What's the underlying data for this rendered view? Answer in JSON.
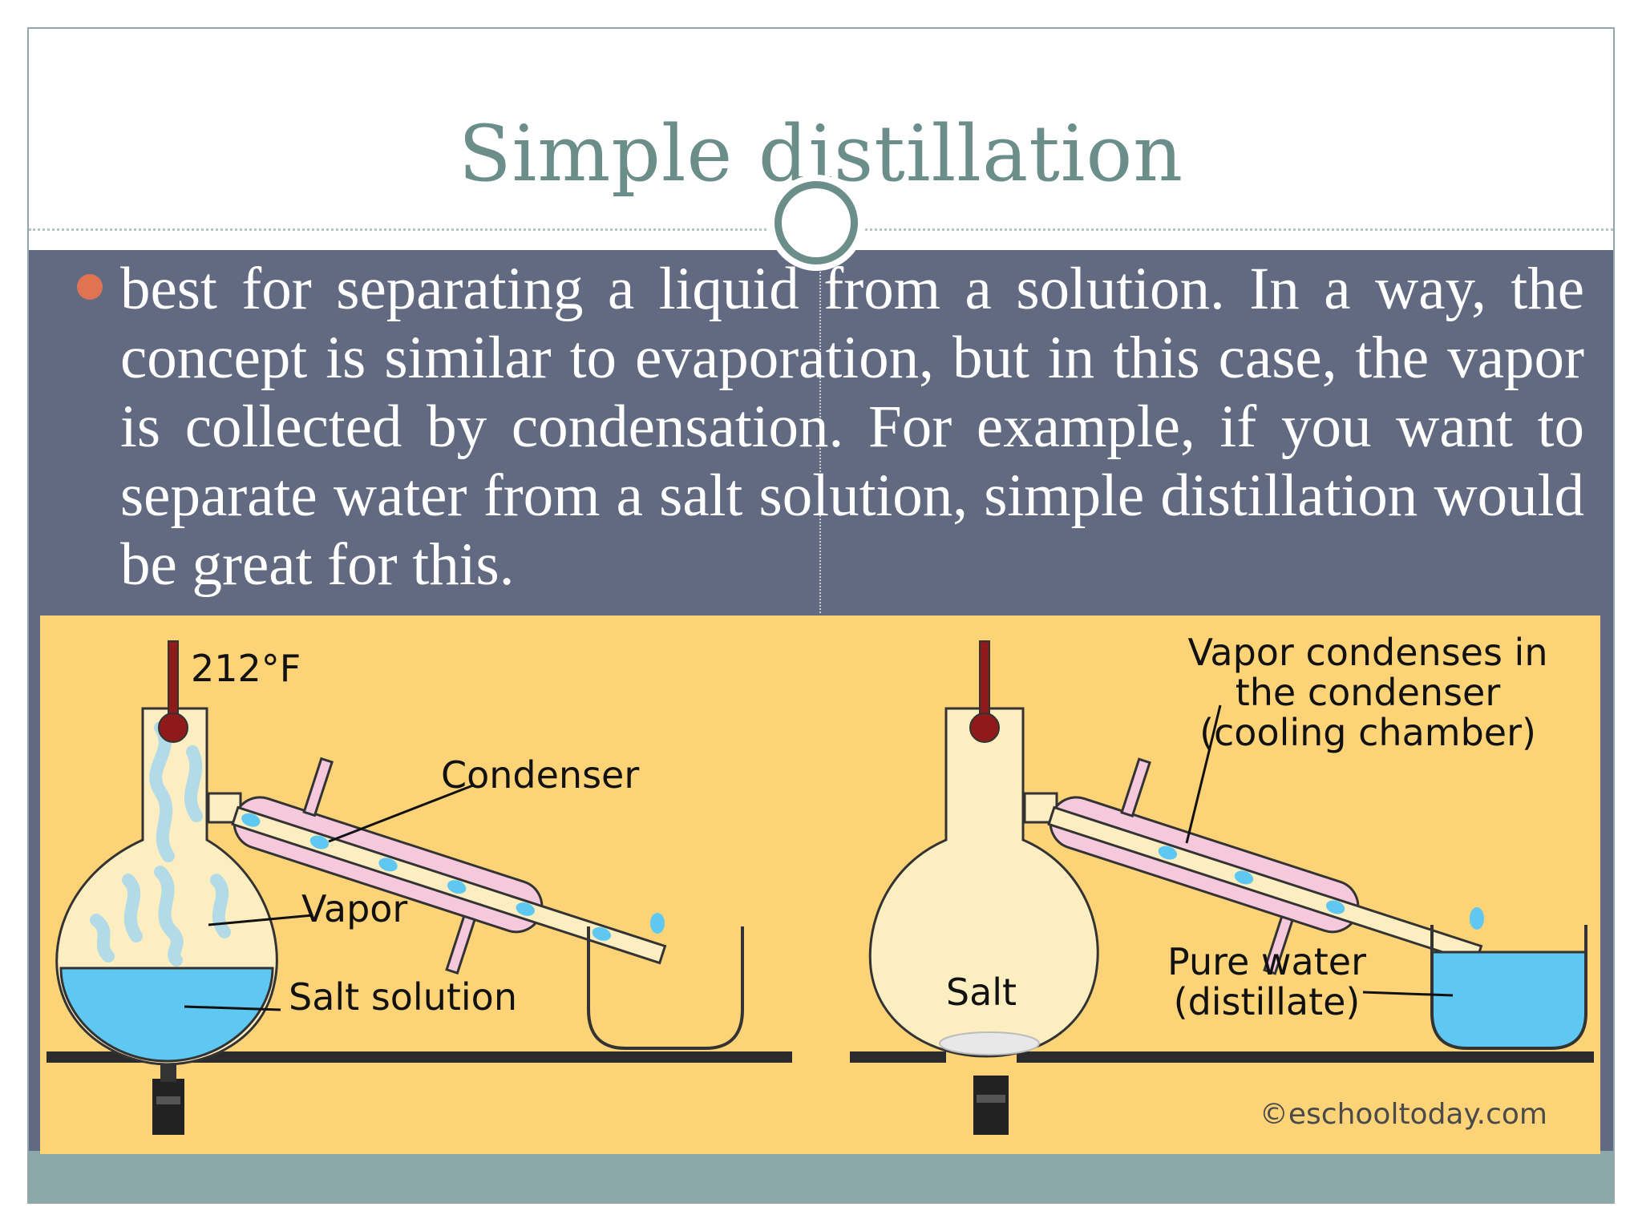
{
  "slide": {
    "title": "Simple distillation",
    "bullet": "best for separating a liquid from a solution. In a way, the concept is similar to evaporation, but in this case, the vapor is collected by condensation. For example, if you want to separate water from a salt solution, simple distillation would be great for this."
  },
  "diagram": {
    "left": {
      "temperature": "212°F",
      "condenser": "Condenser",
      "vapor": "Vapor",
      "salt_solution": "Salt solution"
    },
    "right": {
      "condenser_note_line1": "Vapor condenses in",
      "condenser_note_line2": "the condenser",
      "condenser_note_line3": "(cooling chamber)",
      "salt": "Salt",
      "pure_water_line1": "Pure water",
      "pure_water_line2": "(distillate)"
    },
    "credit": "©eschooltoday.com",
    "colors": {
      "background": "#fdd377",
      "water": "#5ec8f2",
      "flask": "#fdeec1",
      "condenser": "#f6c8dc",
      "thermometer": "#8e1a1a",
      "stand": "#2b2b2b"
    }
  }
}
